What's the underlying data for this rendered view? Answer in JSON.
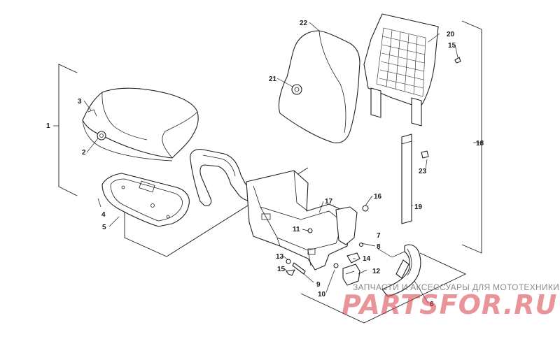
{
  "diagram": {
    "callouts": [
      {
        "id": "1",
        "label": "1"
      },
      {
        "id": "2",
        "label": "2"
      },
      {
        "id": "3",
        "label": "3"
      },
      {
        "id": "4",
        "label": "4"
      },
      {
        "id": "5",
        "label": "5"
      },
      {
        "id": "6",
        "label": "6"
      },
      {
        "id": "7",
        "label": "7"
      },
      {
        "id": "8",
        "label": "8"
      },
      {
        "id": "9",
        "label": "9"
      },
      {
        "id": "10",
        "label": "10"
      },
      {
        "id": "11",
        "label": "11"
      },
      {
        "id": "12",
        "label": "12"
      },
      {
        "id": "13",
        "label": "13"
      },
      {
        "id": "14",
        "label": "14"
      },
      {
        "id": "15a",
        "label": "15"
      },
      {
        "id": "15b",
        "label": "15"
      },
      {
        "id": "16",
        "label": "16"
      },
      {
        "id": "17",
        "label": "17"
      },
      {
        "id": "18",
        "label": "18"
      },
      {
        "id": "19",
        "label": "19"
      },
      {
        "id": "20",
        "label": "20"
      },
      {
        "id": "21",
        "label": "21"
      },
      {
        "id": "22",
        "label": "22"
      },
      {
        "id": "23",
        "label": "23"
      }
    ]
  },
  "watermark": {
    "subtitle": "ЗАПЧАСТИ И АКСЕССУАРЫ ДЛЯ МОТОТЕХНИКИ",
    "logo": "PARTSFOR.RU",
    "color": "#d73c46"
  }
}
